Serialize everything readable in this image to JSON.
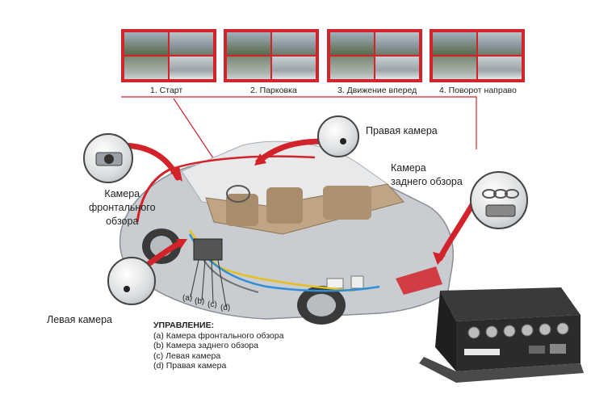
{
  "steps": [
    {
      "label": "1. Старт"
    },
    {
      "label": "2. Парковка"
    },
    {
      "label": "3. Движение вперед"
    },
    {
      "label": "4. Поворот направо"
    }
  ],
  "cameras": {
    "right": "Правая камера",
    "rear": "Камера\nзаднего обзора",
    "front": "Камера\nфронтального\nобзора",
    "left": "Левая камера"
  },
  "connectors": [
    "(a)",
    "(b)",
    "(c)",
    "(d)"
  ],
  "control": {
    "title": "УПРАВЛЕНИЕ:",
    "items": [
      "(a) Камера фронтального обзора",
      "(b) Камера заднего обзора",
      "(c) Левая камера",
      "(d) Правая камера"
    ]
  },
  "colors": {
    "accent": "#d2232a",
    "car": "#c9ccd0",
    "dvr": "#2b2b2b"
  }
}
